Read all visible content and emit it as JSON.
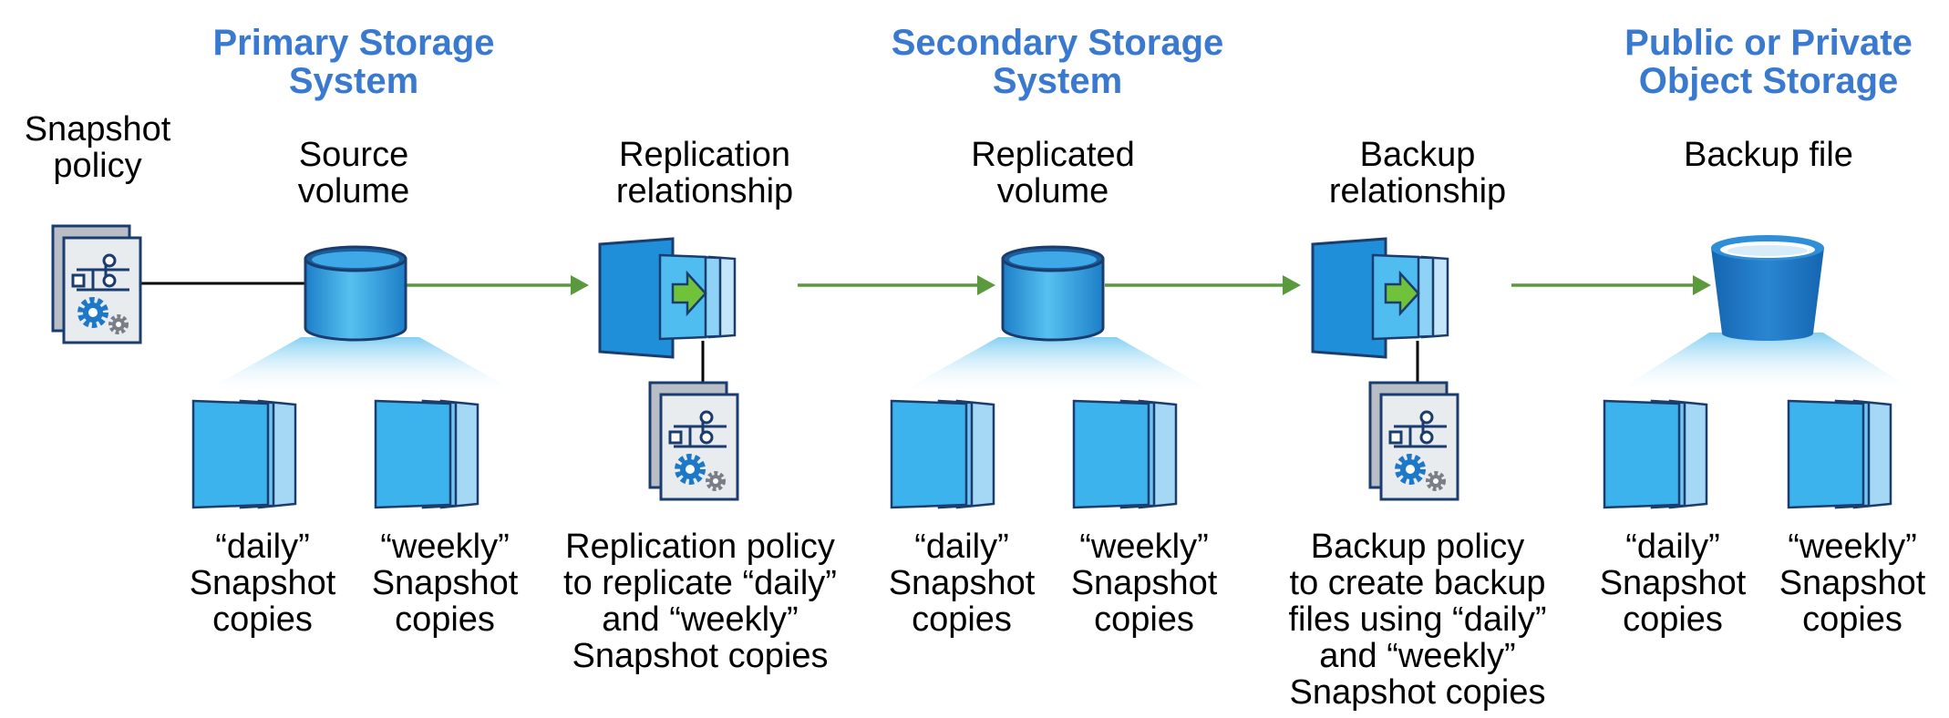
{
  "headers": {
    "primary": "Primary Storage\nSystem",
    "secondary": "Secondary Storage\nSystem",
    "object": "Public or Private\nObject Storage"
  },
  "labels": {
    "snapshot_policy": "Snapshot\npolicy",
    "source_volume": "Source\nvolume",
    "replication_relationship": "Replication\nrelationship",
    "replicated_volume": "Replicated\nvolume",
    "backup_relationship": "Backup\nrelationship",
    "backup_file": "Backup file"
  },
  "captions": {
    "daily_1": "“daily”\nSnapshot\ncopies",
    "weekly_1": "“weekly”\nSnapshot\ncopies",
    "replication_policy": "Replication policy\nto replicate “daily”\nand “weekly”\nSnapshot copies",
    "daily_2": "“daily”\nSnapshot\ncopies",
    "weekly_2": "“weekly”\nSnapshot\ncopies",
    "backup_policy": "Backup policy\nto create backup\nfiles using “daily”\nand “weekly”\nSnapshot copies",
    "daily_3": "“daily”\nSnapshot\ncopies",
    "weekly_3": "“weekly”\nSnapshot\ncopies"
  },
  "colors": {
    "header_blue": "#3a79d0",
    "volume_blue": "#4ab6ec",
    "bucket_blue": "#1a74c4",
    "page_blue": "#3cb3ec",
    "arrow_green": "#5a9a3c",
    "outline_navy": "#1b3c6e"
  },
  "icons": {
    "policy": "policy-document-icon",
    "volume": "cylinder-volume-icon",
    "bucket": "bucket-icon",
    "copies": "snapshot-copies-icon",
    "relationship": "relationship-transfer-icon"
  }
}
